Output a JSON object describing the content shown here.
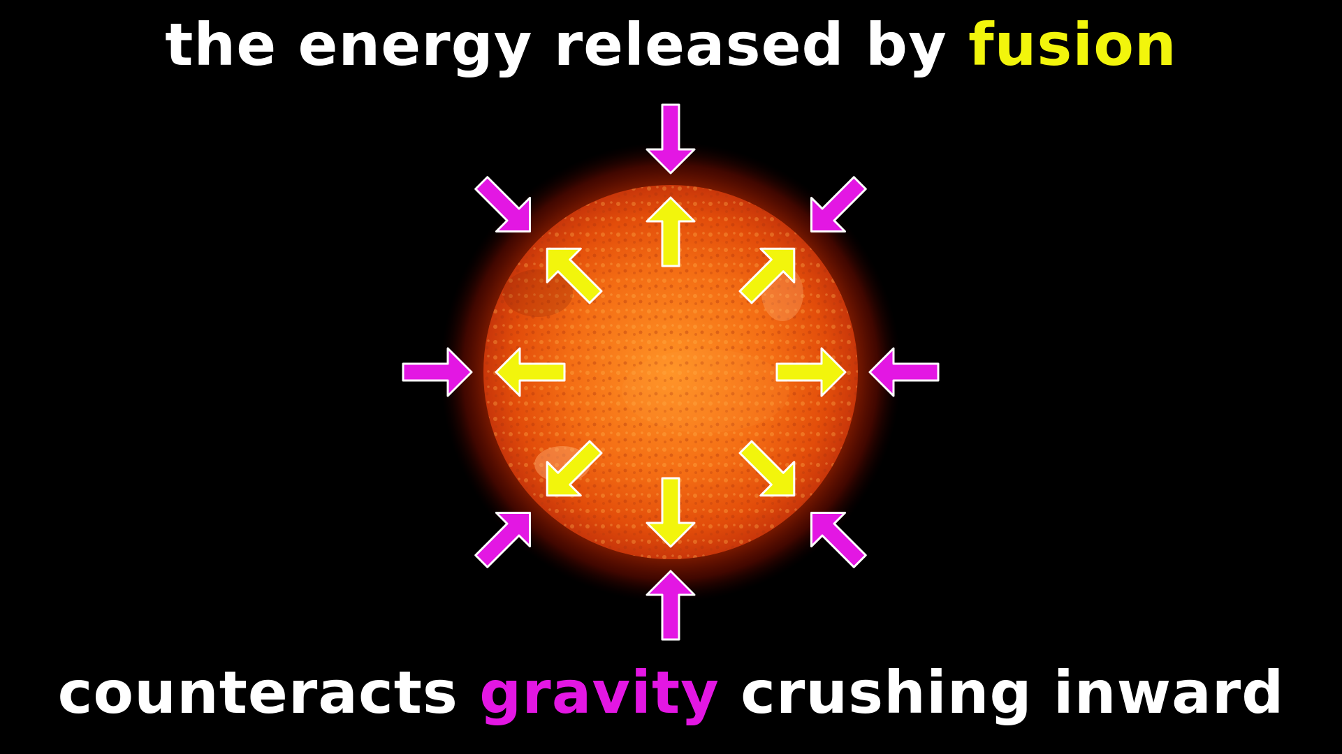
{
  "caption_top": {
    "lead": "the energy released by ",
    "highlight": "fusion"
  },
  "caption_bottom": {
    "lead": "counteracts ",
    "highlight": "gravity",
    "tail": " crushing inward"
  },
  "colors": {
    "background": "#000000",
    "text": "#ffffff",
    "fusion_highlight": "#f2f50c",
    "gravity_highlight": "#e317e3",
    "outward_arrow": "#f2f50c",
    "inward_arrow": "#e317e3",
    "sun_core": "#ff8a1e",
    "sun_edge": "#d43a08"
  },
  "diagram": {
    "subject": "sun-icon",
    "outward_arrows": [
      "up",
      "up-right",
      "right",
      "down-right",
      "down",
      "down-left",
      "left",
      "up-left"
    ],
    "inward_arrows": [
      "up",
      "up-right",
      "right",
      "down-right",
      "down",
      "down-left",
      "left",
      "up-left"
    ]
  }
}
